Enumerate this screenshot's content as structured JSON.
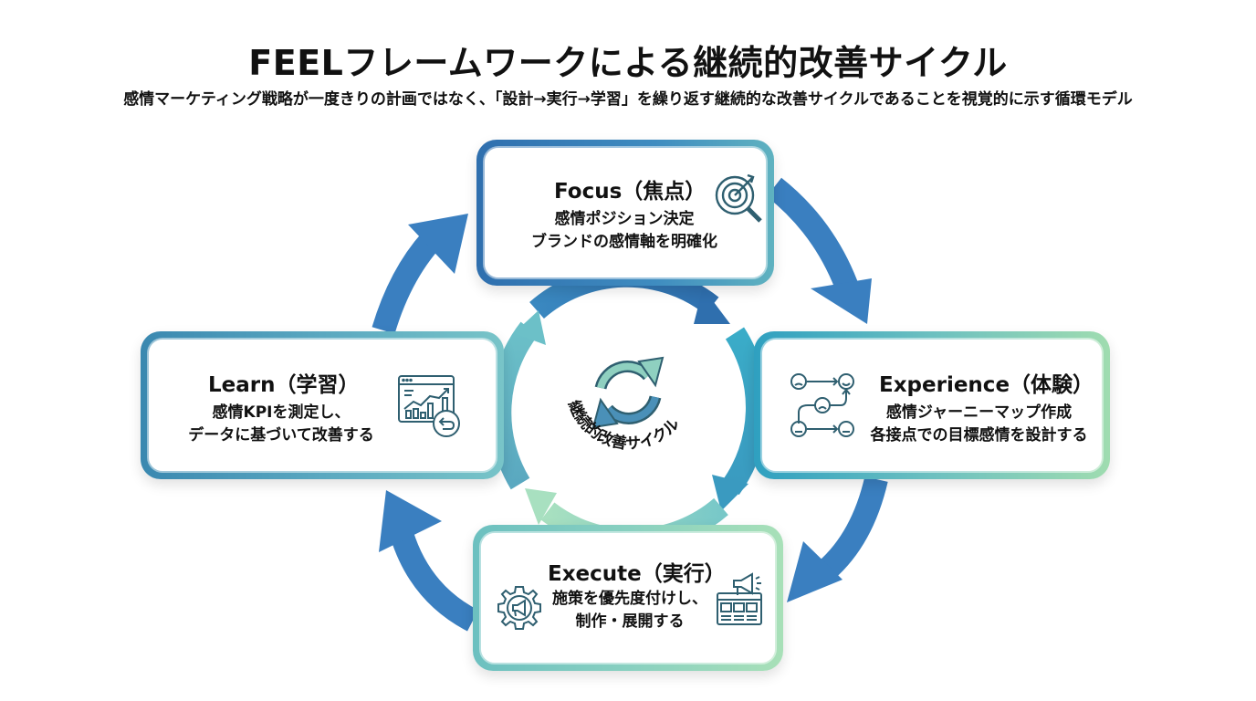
{
  "header": {
    "title": "FEELフレームワークによる継続的改善サイクル",
    "subtitle": "感情マーケティング戦略が一度きりの計画ではなく、「設計→実行→学習」を繰り返す継続的な改善サイクルであることを視覚的に示す循環モデル"
  },
  "center": {
    "label": "継続的改善サイクル",
    "icon": "refresh-cycle-icon"
  },
  "stages": {
    "focus": {
      "title": "Focus（焦点）",
      "line1": "感情ポジション決定",
      "line2": "ブランドの感情軸を明確化",
      "icon": "target-magnifier-icon"
    },
    "experience": {
      "title": "Experience（体験）",
      "line1": "感情ジャーニーマップ作成",
      "line2": "各接点での目標感情を設計する",
      "icon": "emotion-journey-icon"
    },
    "execute": {
      "title": "Execute（実行）",
      "line1": "施策を優先度付けし、",
      "line2": "制作・展開する",
      "icon_left": "gear-megaphone-icon",
      "icon_right": "megaphone-dashboard-icon"
    },
    "learn": {
      "title": "Learn（学習）",
      "line1": "感情KPIを測定し、",
      "line2": "データに基づいて改善する",
      "icon": "analytics-refresh-icon"
    }
  },
  "colors": {
    "primary_blue": "#3a7fc0",
    "dark_blue": "#2f6aa8",
    "teal": "#3aa8c0",
    "mint": "#a8dcc0",
    "icon_stroke": "#2f5f70"
  }
}
